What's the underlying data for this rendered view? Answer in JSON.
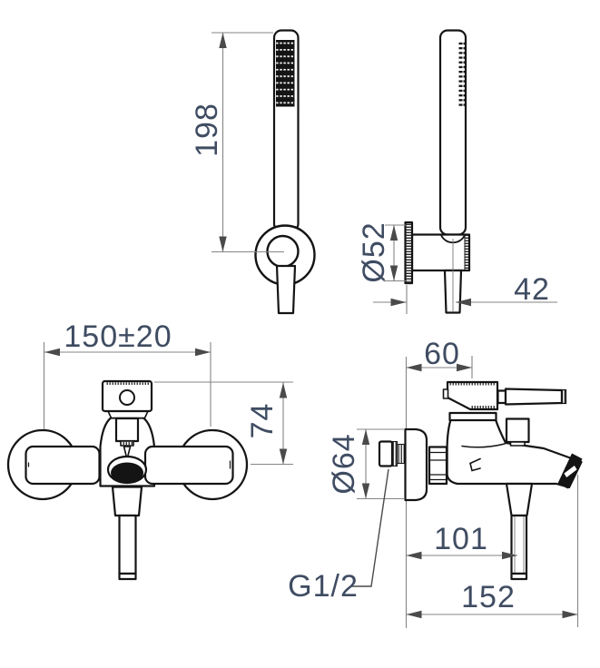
{
  "drawing": {
    "type": "technical-dimension-drawing",
    "subject": "wall-mounted single-lever shower mixer with handshower and wall bracket",
    "units": "mm",
    "colors": {
      "outline": "#141414",
      "dimension_line": "#858585",
      "arrow": "#4a4a4a",
      "label_text": "#3f4c62",
      "background": "#ffffff"
    },
    "views": {
      "handshower_front": {
        "title": "handshower front view",
        "labels": {
          "height": "198"
        }
      },
      "handshower_side": {
        "title": "handshower side view on wall bracket",
        "labels": {
          "holder_diameter": "Ø52",
          "wall_offset": "42"
        }
      },
      "mixer_front": {
        "title": "mixer front view",
        "labels": {
          "connection_spacing": "150±20",
          "handle_height": "74"
        }
      },
      "mixer_side": {
        "title": "mixer side view",
        "labels": {
          "body_depth": "60",
          "flange_diameter": "Ø64",
          "spout_reach": "101",
          "total_reach": "152",
          "thread_size": "G1/2"
        }
      }
    }
  }
}
